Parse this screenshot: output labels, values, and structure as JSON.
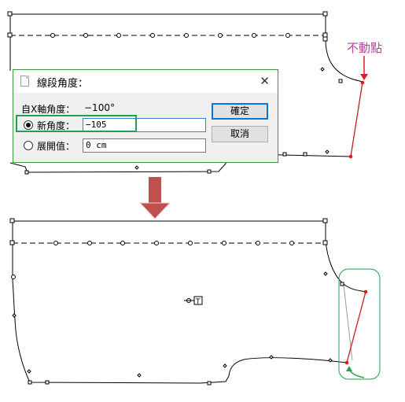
{
  "annotation": {
    "fixed_point_label": "不動點",
    "label_color": "#b5449b",
    "pointer_color": "#e02020"
  },
  "dialog": {
    "title": "線段角度：",
    "auto_angle": {
      "label": "自X軸角度：",
      "value": "−100°"
    },
    "new_angle": {
      "label": "新角度：",
      "value": "−105",
      "selected": true
    },
    "open_value": {
      "label": "展開值：",
      "value": "0 cm",
      "selected": false
    },
    "ok_label": "確定",
    "cancel_label": "取消",
    "highlight_color": "#22a050"
  },
  "canvas": {
    "marker_text": "T",
    "segment_color": "#d42020",
    "arrow_color": "#c0504d",
    "rotate_hint_color": "#22a050"
  }
}
